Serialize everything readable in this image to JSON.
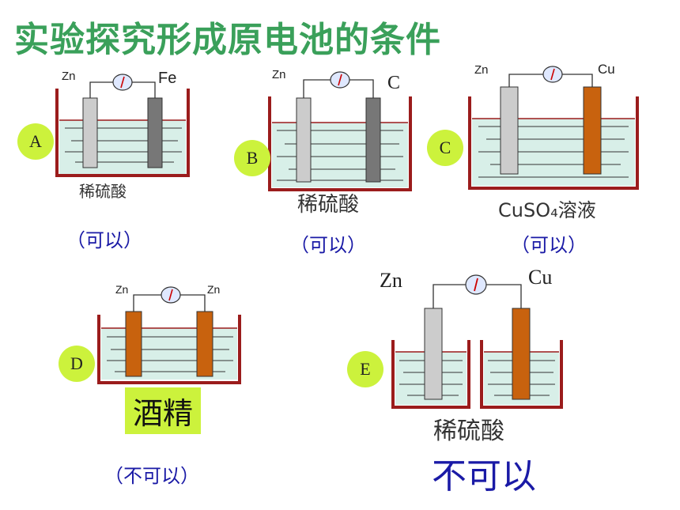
{
  "title": "实验探究形成原电池的条件",
  "experiments": [
    {
      "letter": "A",
      "left_electrode": "Zn",
      "right_electrode": "Fe",
      "electrolyte": "稀硫酸",
      "result": "（可以）"
    },
    {
      "letter": "B",
      "left_electrode": "Zn",
      "right_electrode": "C",
      "electrolyte": "稀硫酸",
      "result": "（可以）"
    },
    {
      "letter": "C",
      "left_electrode": "Zn",
      "right_electrode": "Cu",
      "electrolyte": "CuSO₄溶液",
      "result": "（可以）"
    },
    {
      "letter": "D",
      "left_electrode": "Zn",
      "right_electrode": "Zn",
      "electrolyte": "酒精",
      "result": "（不可以）"
    },
    {
      "letter": "E",
      "left_electrode": "Zn",
      "right_electrode": "Cu",
      "electrolyte": "稀硫酸",
      "result": "不可以"
    }
  ],
  "colors": {
    "title": "#3aa05a",
    "beaker": "#9b1c1c",
    "liquid": "#d8efe8",
    "zinc": "#cccccc",
    "copper": "#c8620e",
    "iron": "#777777",
    "badge": "#ccf23c",
    "result": "#1a1aa6"
  }
}
